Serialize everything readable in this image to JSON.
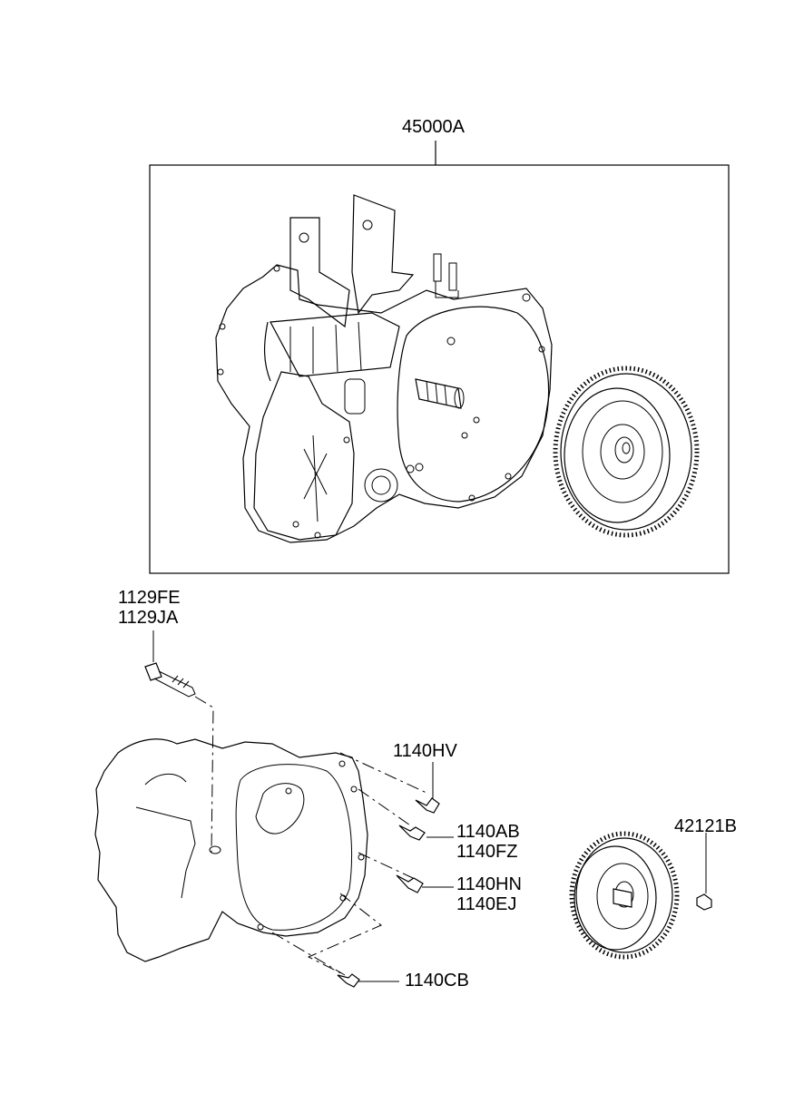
{
  "callouts": {
    "assembly": "45000A",
    "bolt_long_1": "1129FE",
    "bolt_long_2": "1129JA",
    "bolt_hv": "1140HV",
    "bolt_ab": "1140AB",
    "bolt_fz": "1140FZ",
    "bolt_hn": "1140HN",
    "bolt_ej": "1140EJ",
    "bolt_cb": "1140CB",
    "nut_converter": "42121B"
  },
  "icons": [
    "transaxle-assembly-icon",
    "torque-converter-icon",
    "bolt-icon",
    "transaxle-outline-icon"
  ]
}
